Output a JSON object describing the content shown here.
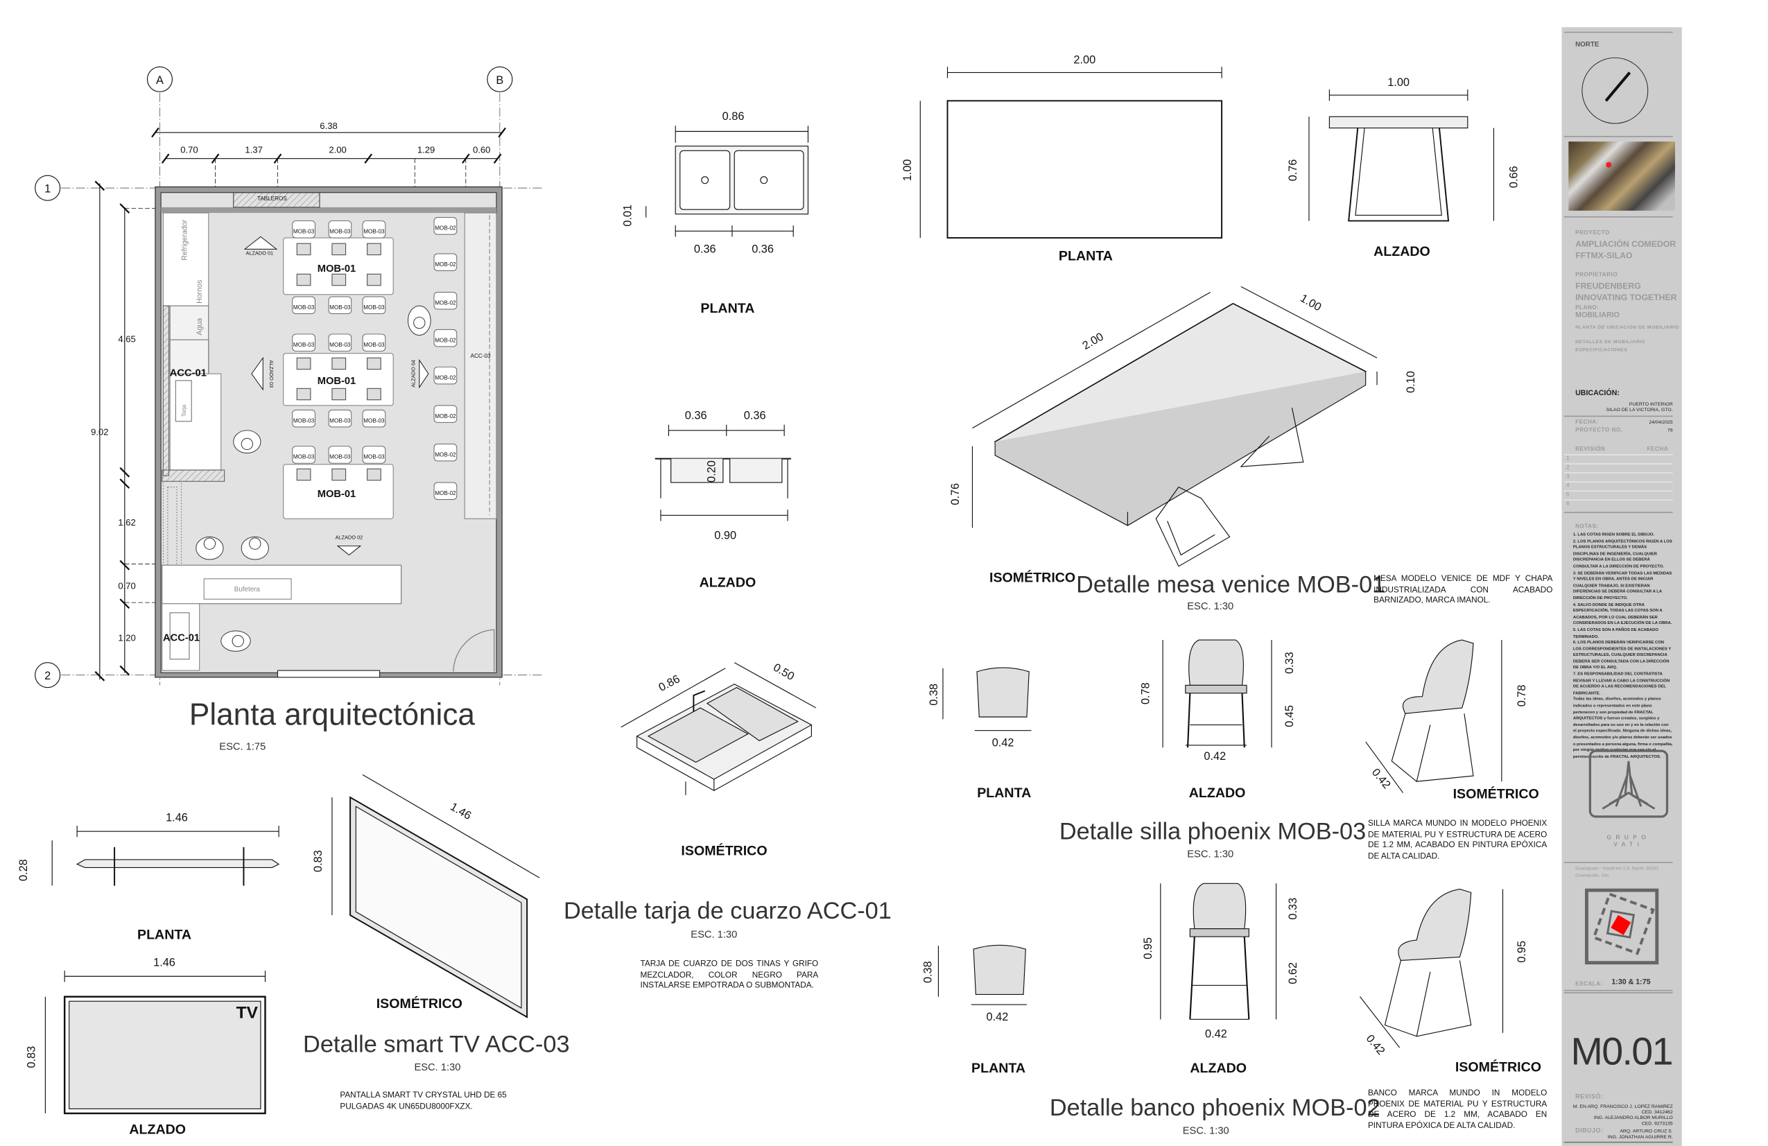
{
  "grid": {
    "a": "A",
    "b": "B",
    "one": "1",
    "two": "2"
  },
  "plan": {
    "dims_top": {
      "total": "6.38",
      "parts": [
        "0.70",
        "1.37",
        "2.00",
        "1.29",
        "0.60"
      ]
    },
    "dims_left": {
      "total": "9.02",
      "parts": [
        "4.65",
        "1.62",
        "0.70",
        "1.20"
      ]
    },
    "labels": {
      "tableros": "TABLEROS",
      "refrigerador": "Refrigerador",
      "hornos": "Hornos",
      "agua": "Agua",
      "tarja": "Tarja",
      "bufetera": "Bufetera",
      "acc01": "ACC-01",
      "acc03": "ACC-03",
      "mob01": "MOB-01",
      "mob02": "MOB-02",
      "mob03": "MOB-03",
      "alzado01": "ALZADO 01",
      "alzado02": "ALZADO 02",
      "alzado03": "ALZADO 03",
      "alzado04": "ALZADO 04"
    },
    "title": "Planta arquitectónica",
    "scale": "ESC. 1:75"
  },
  "sink": {
    "views": {
      "planta": "PLANTA",
      "alzado": "ALZADO",
      "iso": "ISOMÉTRICO"
    },
    "planta_dims": {
      "width": "0.86",
      "left": "0.36",
      "right": "0.36",
      "depth": "0.01"
    },
    "alzado_dims": {
      "left": "0.36",
      "right": "0.36",
      "height": "0.20",
      "width": "0.90"
    },
    "iso_dims": {
      "length": "0.86",
      "depth": "0.50"
    },
    "title": "Detalle  tarja de cuarzo ACC-01",
    "scale": "ESC. 1:30",
    "description": "TARJA DE CUARZO DE DOS TINAS Y GRIFO MEZCLADOR, COLOR NEGRO PARA INSTALARSE EMPOTRADA O SUBMONTADA."
  },
  "tv": {
    "views": {
      "planta": "PLANTA",
      "alzado": "ALZADO",
      "iso": "ISOMÉTRICO"
    },
    "planta_dims": {
      "width": "1.46",
      "depth": "0.28"
    },
    "iso_dims": {
      "width": "1.46",
      "height": "0.83"
    },
    "alzado_dims": {
      "width": "1.46",
      "height": "0.83"
    },
    "screen_label": "TV",
    "title": "Detalle smart TV ACC-03",
    "scale": "ESC. 1:30",
    "description": "PANTALLA SMART TV CRYSTAL UHD DE 65 PULGADAS 4K UN65DU8000FXZX."
  },
  "table": {
    "views": {
      "planta": "PLANTA",
      "alzado": "ALZADO",
      "iso": "ISOMÉTRICO"
    },
    "planta_dims": {
      "length": "2.00",
      "width": "1.00"
    },
    "alzado_dims": {
      "width": "1.00",
      "height": "0.76",
      "leg": "0.66"
    },
    "iso_dims": {
      "length": "2.00",
      "width": "1.00",
      "thickness": "0.10",
      "height": "0.76"
    },
    "title": "Detalle mesa venice MOB-01",
    "scale": "ESC. 1:30",
    "description": "MESA MODELO VENICE DE MDF Y CHAPA INDUSTRIALIZADA CON ACABADO BARNIZADO, MARCA IMANOL."
  },
  "chair": {
    "views": {
      "planta": "PLANTA",
      "alzado": "ALZADO",
      "iso": "ISOMÉTRICO"
    },
    "planta_dims": {
      "depth": "0.38",
      "width": "0.42"
    },
    "alzado_dims": {
      "height": "0.78",
      "back": "0.33",
      "seat": "0.45",
      "width": "0.42"
    },
    "iso_dims": {
      "height": "0.78",
      "width": "0.42"
    },
    "title": "Detalle silla phoenix MOB-03",
    "scale": "ESC. 1:30",
    "description": "SILLA MARCA MUNDO IN MODELO PHOENIX DE MATERIAL PU Y ESTRUCTURA DE ACERO DE 1.2 MM, ACABADO EN PINTURA EPÓXICA DE ALTA CALIDAD."
  },
  "stool": {
    "views": {
      "planta": "PLANTA",
      "alzado": "ALZADO",
      "iso": "ISOMÉTRICO"
    },
    "planta_dims": {
      "depth": "0.38",
      "width": "0.42"
    },
    "alzado_dims": {
      "height": "0.95",
      "back": "0.33",
      "seat": "0.62",
      "width": "0.42"
    },
    "iso_dims": {
      "height": "0.95",
      "width": "0.42"
    },
    "title": "Detalle banco phoenix MOB-02",
    "scale": "ESC. 1:30",
    "description": "BANCO MARCA MUNDO IN MODELO PHOENIX DE MATERIAL PU Y ESTRUCTURA DE ACERO DE 1.2 MM, ACABADO EN PINTURA EPÓXICA DE ALTA CALIDAD."
  },
  "title_block": {
    "north_label": "NORTE",
    "project_label": "PROYECTO",
    "project_lines": [
      "AMPLIACIÓN COMEDOR",
      "FFTMX-SILAO"
    ],
    "owner_label": "PROPIETARIO",
    "owner_lines": [
      "FREUDENBERG",
      "INNOVATING TOGETHER"
    ],
    "plan_label": "PLANO:",
    "plan_name": "MOBILIARIO",
    "plan_sub": "PLANTA DE UBICACIÓN DE MOBILIARIO",
    "plan_extra": [
      "DETALLES DE MOBILIARIO",
      "ESPECIFICACIONES"
    ],
    "location_label": "UBICACIÓN:",
    "location_lines": [
      "PUERTO INTERIOR",
      "SILAO DE LA VICTORIA, GTO."
    ],
    "date_label": "FECHA:",
    "date": "24/04/2025",
    "project_no_label": "PROYECTO NO.",
    "project_no": "76",
    "revision_label": "REVISIÓN",
    "revision_date_label": "FECHA",
    "revisions": [
      "1",
      "2",
      "3",
      "4",
      "5",
      "6"
    ],
    "notes_label": "NOTAS:",
    "notes": [
      "1. LAS COTAS RIGEN SOBRE EL DIBUJO.",
      "2. LOS PLANOS ARQUITECTÓNICOS RIGEN A LOS PLANOS ESTRUCTURALES Y DEMÁS DISCIPLINAS DE INGENIERÍA, CUALQUIER DISCREPANCIA EN ELLOS SE DEBERÁ CONSULTAR A LA DIRECCIÓN DE PROYECTO.",
      "3. SE DEBERÁN VERIFICAR TODAS LAS MEDIDAS Y NIVELES EN OBRA, ANTES DE INICIAR CUALQUIER TRABAJO, SI EXISTIERAN DIFERENCIAS SE DEBERÁ CONSULTAR A LA DIRECCIÓN DE PROYECTO.",
      "4. SALVO DONDE SE INDIQUE OTRA ESPECIFICACIÓN, TODAS LAS COTAS SON A ACABADOS, POR LO CUAL DEBERÁN SER CONSIDERADOS EN LA EJECUCIÓN DE LA OBRA.",
      "5. LAS COTAS SON A PAÑOS DE ACABADO TERMINADO.",
      "6. LOS PLANOS DEBERÁN VERIFICARSE CON LOS CORRESPONDIENTES DE INSTALACIONES Y ESTRUCTURALES, CUALQUIER DISCREPANCIA DEBERÁ SER CONSULTADA CON LA DIRECCIÓN DE OBRA Y/O EL ARQ.",
      "7. ES RESPONSABILIDAD DEL CONTRATISTA REVISAR Y LLEVAR A CABO LA CONSTRUCCIÓN DE ACUERDO A LAS RECOMENDACIONES DEL FABRICANTE.",
      "Todas las ideas, diseños, acomodos y planos indicados o representados en este plano pertenecen y son propiedad de FRACTAL ARQUITECTOS y fueron creados, surgidos y desarrollados para su uso en y en la relación con el proyecto especificado. Ninguna de dichas ideas, diseños, acomodos y/o planos deberán ser usados o presentados a persona alguna, firma o compañía, por ningún motivo cualquier que sea sin el permiso escrito de FRACTAL ARQUITECTOS."
    ],
    "logo_text": "GRUPO VATI",
    "address_lines": [
      "Guanajuato - Nantli km 1.6, Nantli, 36251",
      "Guanajuato, Gto."
    ],
    "scale_label": "ESCALA:",
    "scale_value": "1:30 & 1:75",
    "sheet_number": "M0.01",
    "reviewed_label": "REVISÓ:",
    "reviewed_lines": [
      "M. EN ARQ. FRANCISCO J. LOPEZ RAMIREZ",
      "CED. 3412462",
      "ING. ALEJANDRO ALBOR MURILLO",
      "CED. 9273135"
    ],
    "drawn_label": "DIBUJO:",
    "drawn_lines": [
      "ARQ. ARTURO CRUZ S.",
      "ING. JONATHAN AGUIRRE R."
    ],
    "accent_color": "#ff0000"
  }
}
